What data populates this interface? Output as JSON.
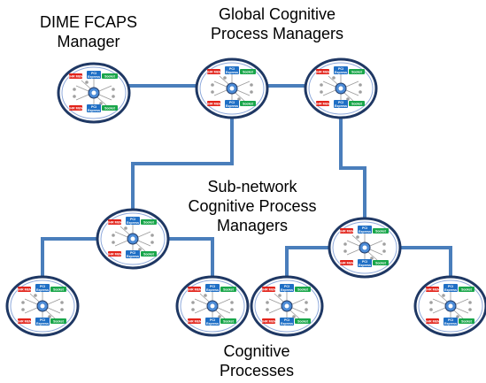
{
  "labels": {
    "dime_line1": "DIME FCAPS",
    "dime_line2": "Manager",
    "global_line1": "Global Cognitive",
    "global_line2": "Process Managers",
    "sub_line1": "Sub-network",
    "sub_line2": "Cognitive Process",
    "sub_line3": "Managers",
    "cog_line1": "Cognitive",
    "cog_line2": "Processes"
  },
  "node_badges": {
    "red": "SHR MEM",
    "blue_top": "PCI",
    "blue_bottom": "Express",
    "green": "Socket"
  },
  "colors": {
    "connector": "#4A7EBB",
    "node_border": "#1F3864",
    "node_fill": "#FFFFFF",
    "red_badge": "#E2231A",
    "blue_badge": "#1F6FC5",
    "green_badge": "#19A64A",
    "core": "#4C8BD6"
  },
  "nodes": [
    {
      "id": "dime-manager",
      "role": "DIME FCAPS Manager"
    },
    {
      "id": "global-manager-1",
      "role": "Global Cognitive Process Manager"
    },
    {
      "id": "global-manager-2",
      "role": "Global Cognitive Process Manager"
    },
    {
      "id": "subnet-manager-left",
      "role": "Sub-network Cognitive Process Manager"
    },
    {
      "id": "subnet-manager-right",
      "role": "Sub-network Cognitive Process Manager"
    },
    {
      "id": "process-1",
      "role": "Cognitive Process"
    },
    {
      "id": "process-2",
      "role": "Cognitive Process"
    },
    {
      "id": "process-3",
      "role": "Cognitive Process"
    },
    {
      "id": "process-4",
      "role": "Cognitive Process"
    }
  ]
}
